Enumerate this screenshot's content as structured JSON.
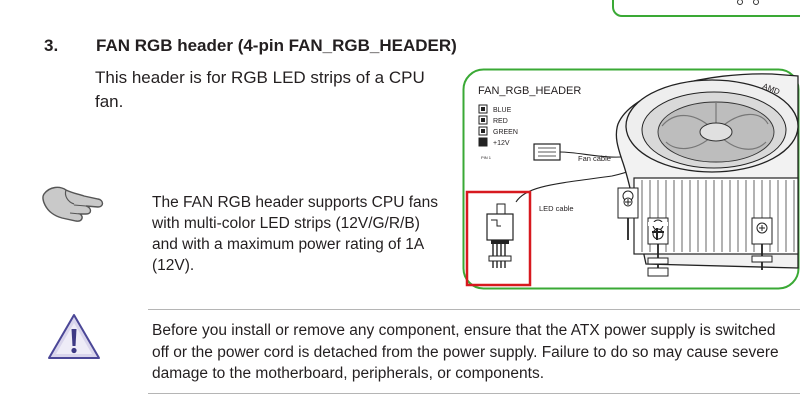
{
  "section": {
    "number": "3.",
    "title": "FAN RGB header (4-pin FAN_RGB_HEADER)",
    "intro": "This header is for RGB LED strips of a CPU fan."
  },
  "note": {
    "icon": "hand-point-icon",
    "lines": [
      "The FAN RGB header supports CPU fans",
      "with multi-color LED strips (12V/G/R/B)",
      "and with a maximum power rating of 1A",
      "(12V)."
    ]
  },
  "diagram": {
    "header_label": "FAN_RGB_HEADER",
    "pins": [
      "BLUE",
      "RED",
      "GREEN",
      "+12V"
    ],
    "pin1_label": "PIN 1",
    "fan_cable_label": "Fan cable",
    "led_cable_label": "LED cable",
    "brand_mark": "AMD",
    "colors": {
      "frame": "#3aa935",
      "highlight": "#d7191f"
    }
  },
  "warning": {
    "icon": "warning-icon",
    "lines": [
      "Before you install or remove any component, ensure that the ATX power supply is switched",
      "off or the power cord is detached from the power supply. Failure to do so may cause severe",
      "damage to the motherboard, peripherals, or components."
    ]
  }
}
